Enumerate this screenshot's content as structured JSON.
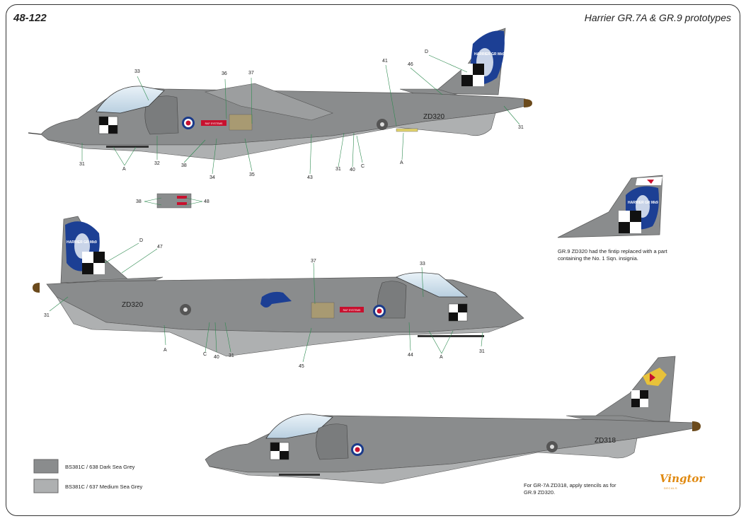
{
  "header": {
    "sheet_code": "48-122",
    "title": "Harrier GR.7A & GR.9 prototypes"
  },
  "aircraft": [
    {
      "id": "top-view",
      "serial": "ZD320",
      "fin_text": "HARRIER GR Mk9"
    },
    {
      "id": "bottom-view",
      "serial": "ZD320",
      "fin_text": "HARRIER GR Mk9"
    },
    {
      "id": "gr7a-view",
      "serial": "ZD318"
    }
  ],
  "fintip": {
    "fin_text": "HARRIER GR Mk9"
  },
  "stencil_placard": "RAF SYSTEMS",
  "callouts": {
    "a1": [
      {
        "key": "c33",
        "text": "33"
      },
      {
        "key": "c36",
        "text": "36"
      },
      {
        "key": "c37",
        "text": "37"
      },
      {
        "key": "c41",
        "text": "41"
      },
      {
        "key": "c46",
        "text": "46"
      },
      {
        "key": "cD",
        "text": "D"
      },
      {
        "key": "c31a",
        "text": "31"
      },
      {
        "key": "cA1",
        "text": "A"
      },
      {
        "key": "c32",
        "text": "32"
      },
      {
        "key": "c38",
        "text": "38"
      },
      {
        "key": "c34",
        "text": "34"
      },
      {
        "key": "c35",
        "text": "35"
      },
      {
        "key": "c43",
        "text": "43"
      },
      {
        "key": "c31b",
        "text": "31"
      },
      {
        "key": "c40",
        "text": "40"
      },
      {
        "key": "cC",
        "text": "C"
      },
      {
        "key": "cA2",
        "text": "A"
      },
      {
        "key": "c31c",
        "text": "31"
      }
    ],
    "small": [
      {
        "key": "s38",
        "text": "38"
      },
      {
        "key": "s48",
        "text": "48"
      }
    ],
    "a2": [
      {
        "key": "d",
        "text": "D"
      },
      {
        "key": "d47",
        "text": "47"
      },
      {
        "key": "d37",
        "text": "37"
      },
      {
        "key": "d33",
        "text": "33"
      },
      {
        "key": "d31a",
        "text": "31"
      },
      {
        "key": "dA1",
        "text": "A"
      },
      {
        "key": "dC",
        "text": "C"
      },
      {
        "key": "d40",
        "text": "40"
      },
      {
        "key": "d31b",
        "text": "31"
      },
      {
        "key": "d45",
        "text": "45"
      },
      {
        "key": "d44",
        "text": "44"
      },
      {
        "key": "dA2",
        "text": "A"
      },
      {
        "key": "d31c",
        "text": "31"
      }
    ]
  },
  "notes": {
    "fintip": "GR.9 ZD320 had the fintip replaced with a part containing the No. 1 Sqn. insignia.",
    "gr7a": "For GR-7A ZD318, apply stencils as for GR.9 ZD320."
  },
  "legend": [
    {
      "label": "BS381C / 638 Dark Sea Grey",
      "color": "#8a8c8d"
    },
    {
      "label": "BS381C / 637 Medium Sea Grey",
      "color": "#aeb0b1"
    }
  ],
  "brand": {
    "name": "Vingtor",
    "sub": "DECALS"
  },
  "colors": {
    "dark_grey": "#8a8c8d",
    "medium_grey": "#aeb0b1",
    "roundel_blue": "#1a3a8a",
    "roundel_red": "#c8102e",
    "fin_blue": "#1c3f94",
    "nose_brown": "#6b4a1c"
  }
}
